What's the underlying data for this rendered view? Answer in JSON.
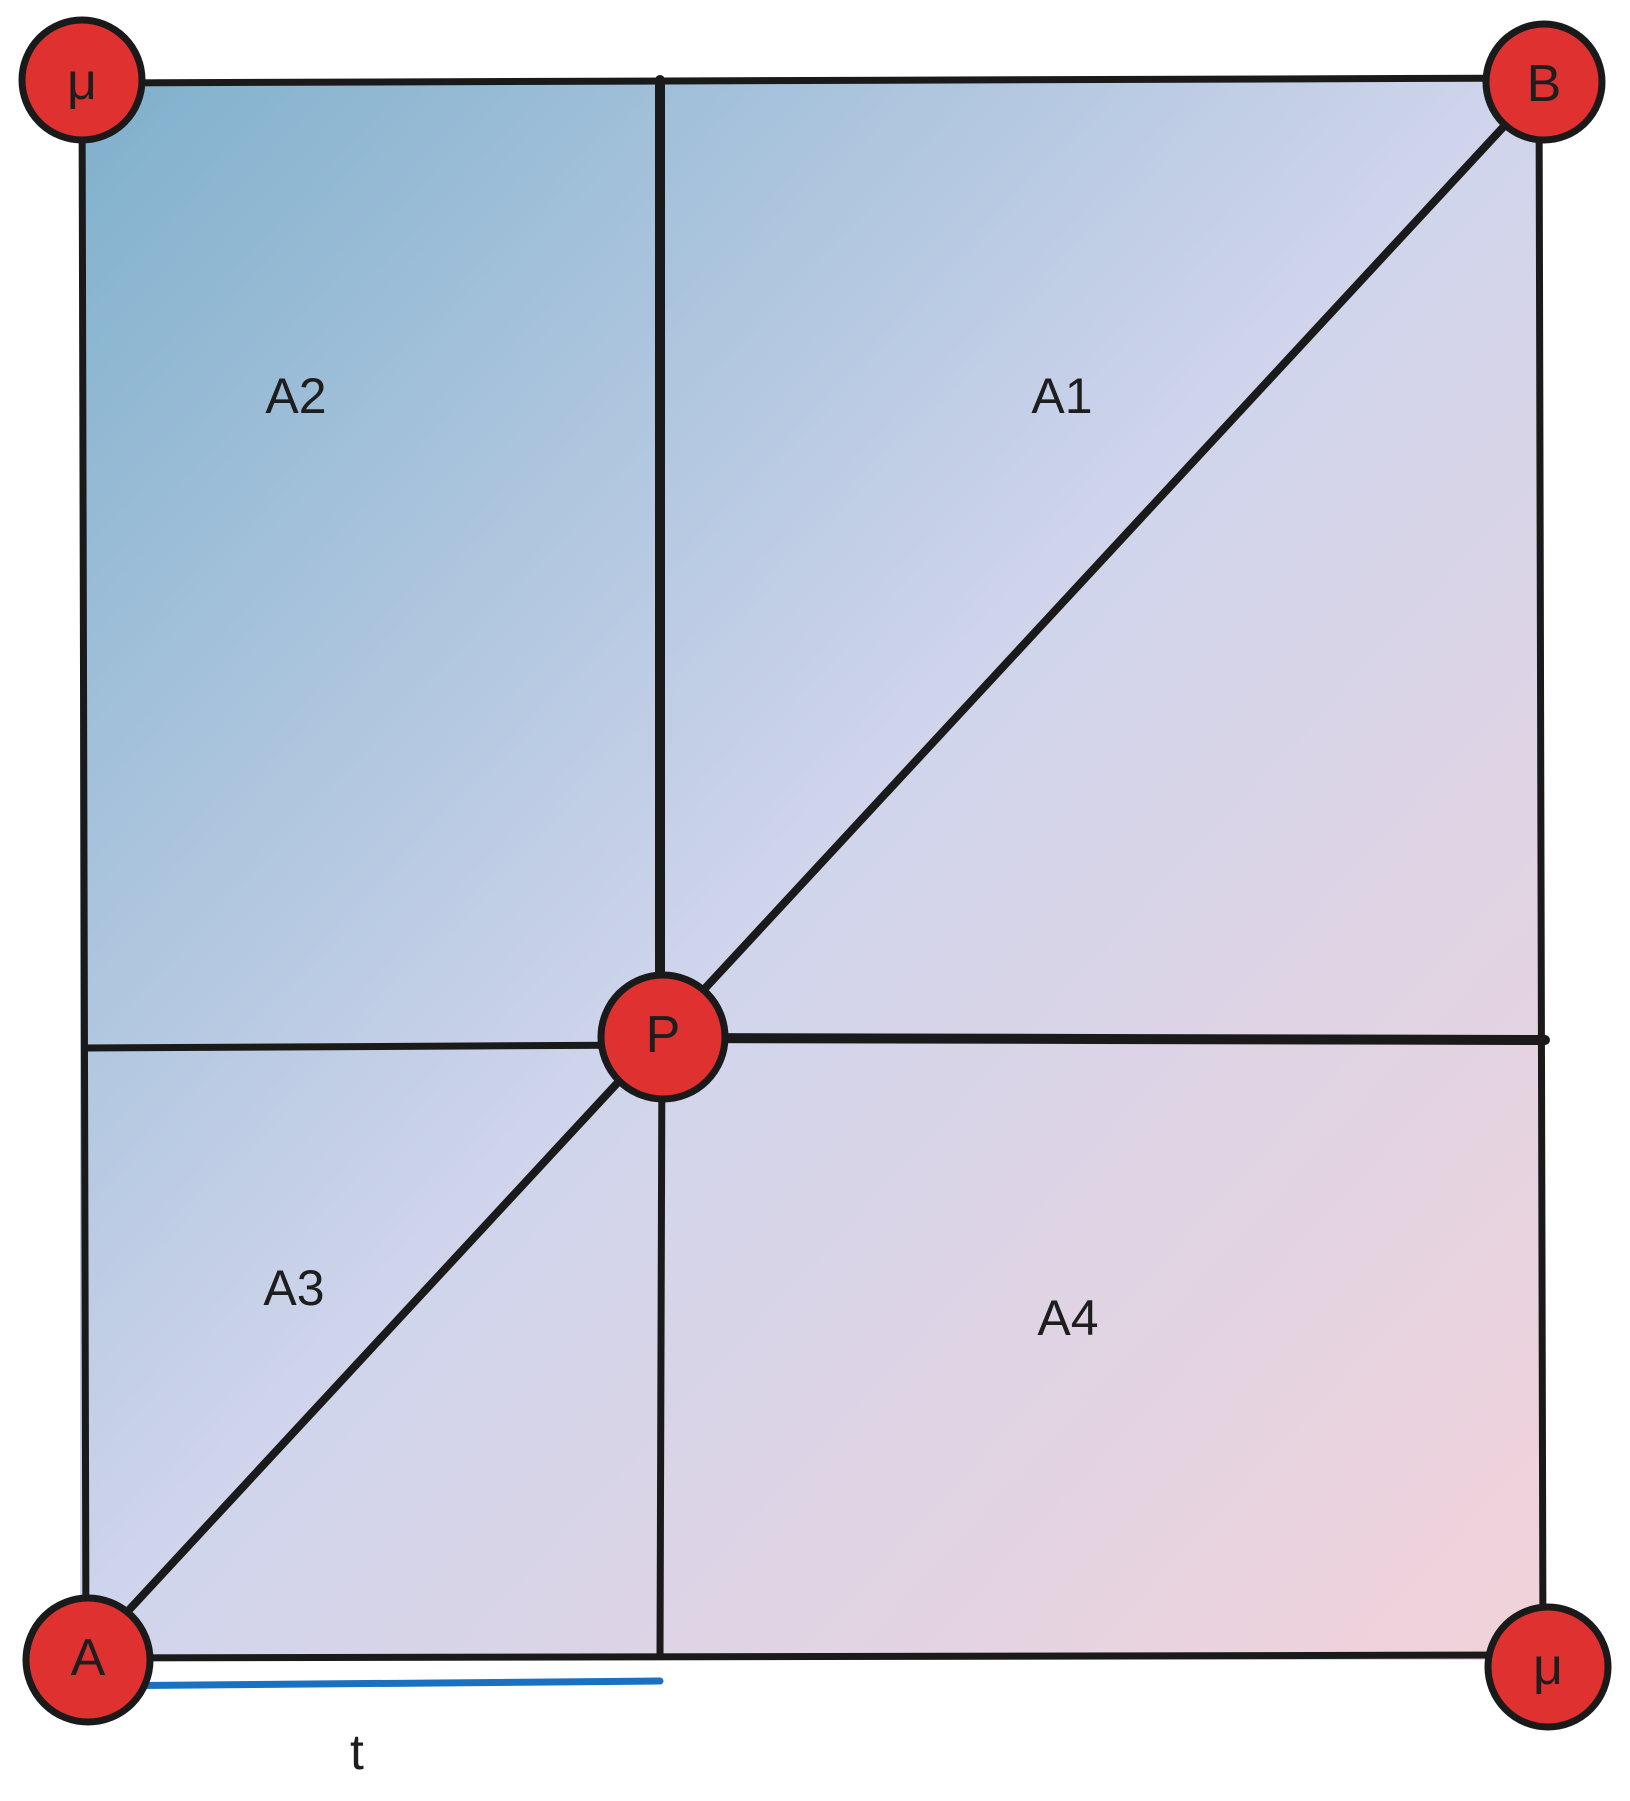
{
  "colors": {
    "node_fill": "#e03131",
    "stroke": "#1a1a1a",
    "measure_line": "#1971c2",
    "gradient_top_left": "#7fb0cc",
    "gradient_center": "#d0d5ec",
    "gradient_bottom_right": "#f2d2da"
  },
  "nodes": {
    "mu_top_left": "μ",
    "b": "B",
    "p": "P",
    "a": "A",
    "mu_bottom_right": "μ"
  },
  "regions": {
    "a1": "A1",
    "a2": "A2",
    "a3": "A3",
    "a4": "A4"
  },
  "measure": {
    "label": "t"
  }
}
